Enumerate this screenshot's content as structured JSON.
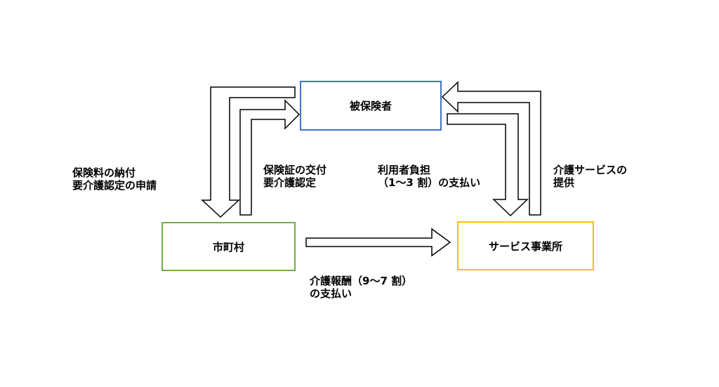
{
  "nodes": {
    "insured": {
      "label": "被保険者",
      "border_color": "#4472c4"
    },
    "municipality": {
      "label": "市町村",
      "border_color": "#70ad47"
    },
    "provider": {
      "label": "サービス事業所",
      "border_color": "#ffc000"
    }
  },
  "flows": {
    "premium": {
      "line1": "保険料の納付",
      "line2": "要介護認定の申請"
    },
    "certificate": {
      "line1": "保険証の交付",
      "line2": "要介護認定"
    },
    "copay": {
      "line1": "利用者負担",
      "line2": "（1～3 割）の支払い"
    },
    "service": {
      "line1": "介護サービスの",
      "line2": "提供"
    },
    "reward": {
      "line1": "介護報酬（9～7 割）",
      "line2": "の支払い"
    }
  }
}
